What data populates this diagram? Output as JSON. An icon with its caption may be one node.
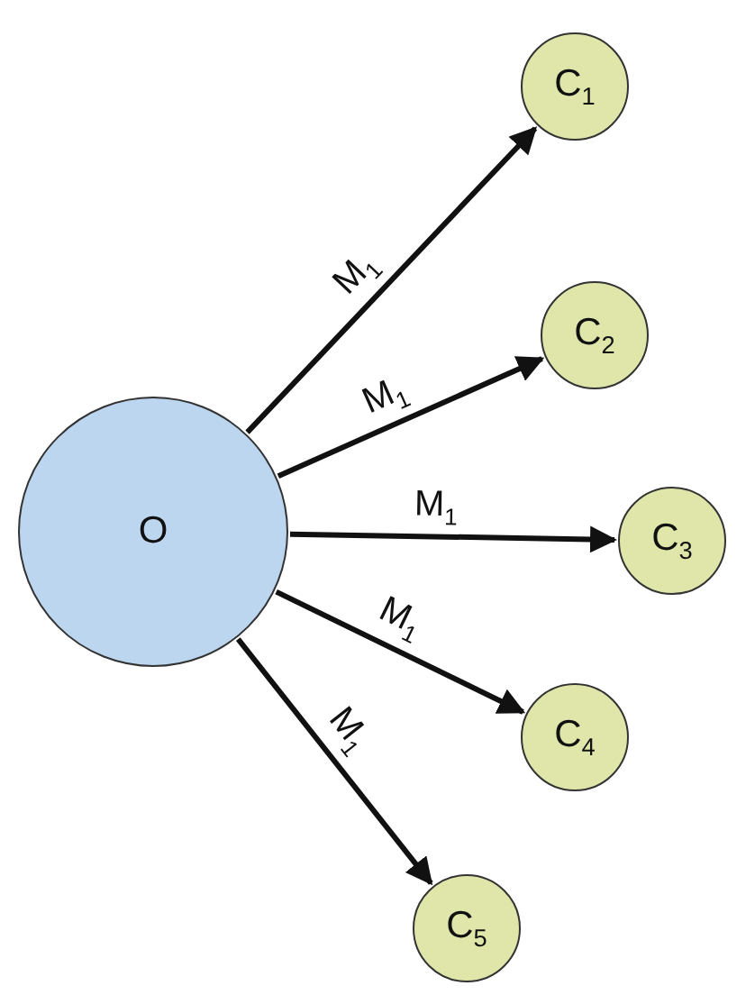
{
  "diagram": {
    "nodes": [
      {
        "text": [
          "O"
        ]
      },
      {
        "text": [
          "C$_{1}$"
        ]
      },
      {
        "text": [
          "C$_{2}$"
        ]
      },
      {
        "text": [
          "C$_{3}$"
        ]
      },
      {
        "text": [
          "C$_{4}$"
        ]
      },
      {
        "text": [
          "C$_{5}$"
        ]
      }
    ],
    "edges": [
      {
        "from": 0,
        "to": 1,
        "arrow": "to",
        "label": "M$_{1}$"
      },
      {
        "from": 0,
        "to": 2,
        "arrow": "to",
        "label": "M$_{1}$"
      },
      {
        "from": 0,
        "to": 3,
        "arrow": "to",
        "label": "M$_{1}$"
      },
      {
        "from": 0,
        "to": 4,
        "arrow": "to",
        "label": "M$_{1}$"
      },
      {
        "from": 0,
        "to": 5,
        "arrow": "to",
        "label": "M$_{1}$"
      }
    ]
  }
}
